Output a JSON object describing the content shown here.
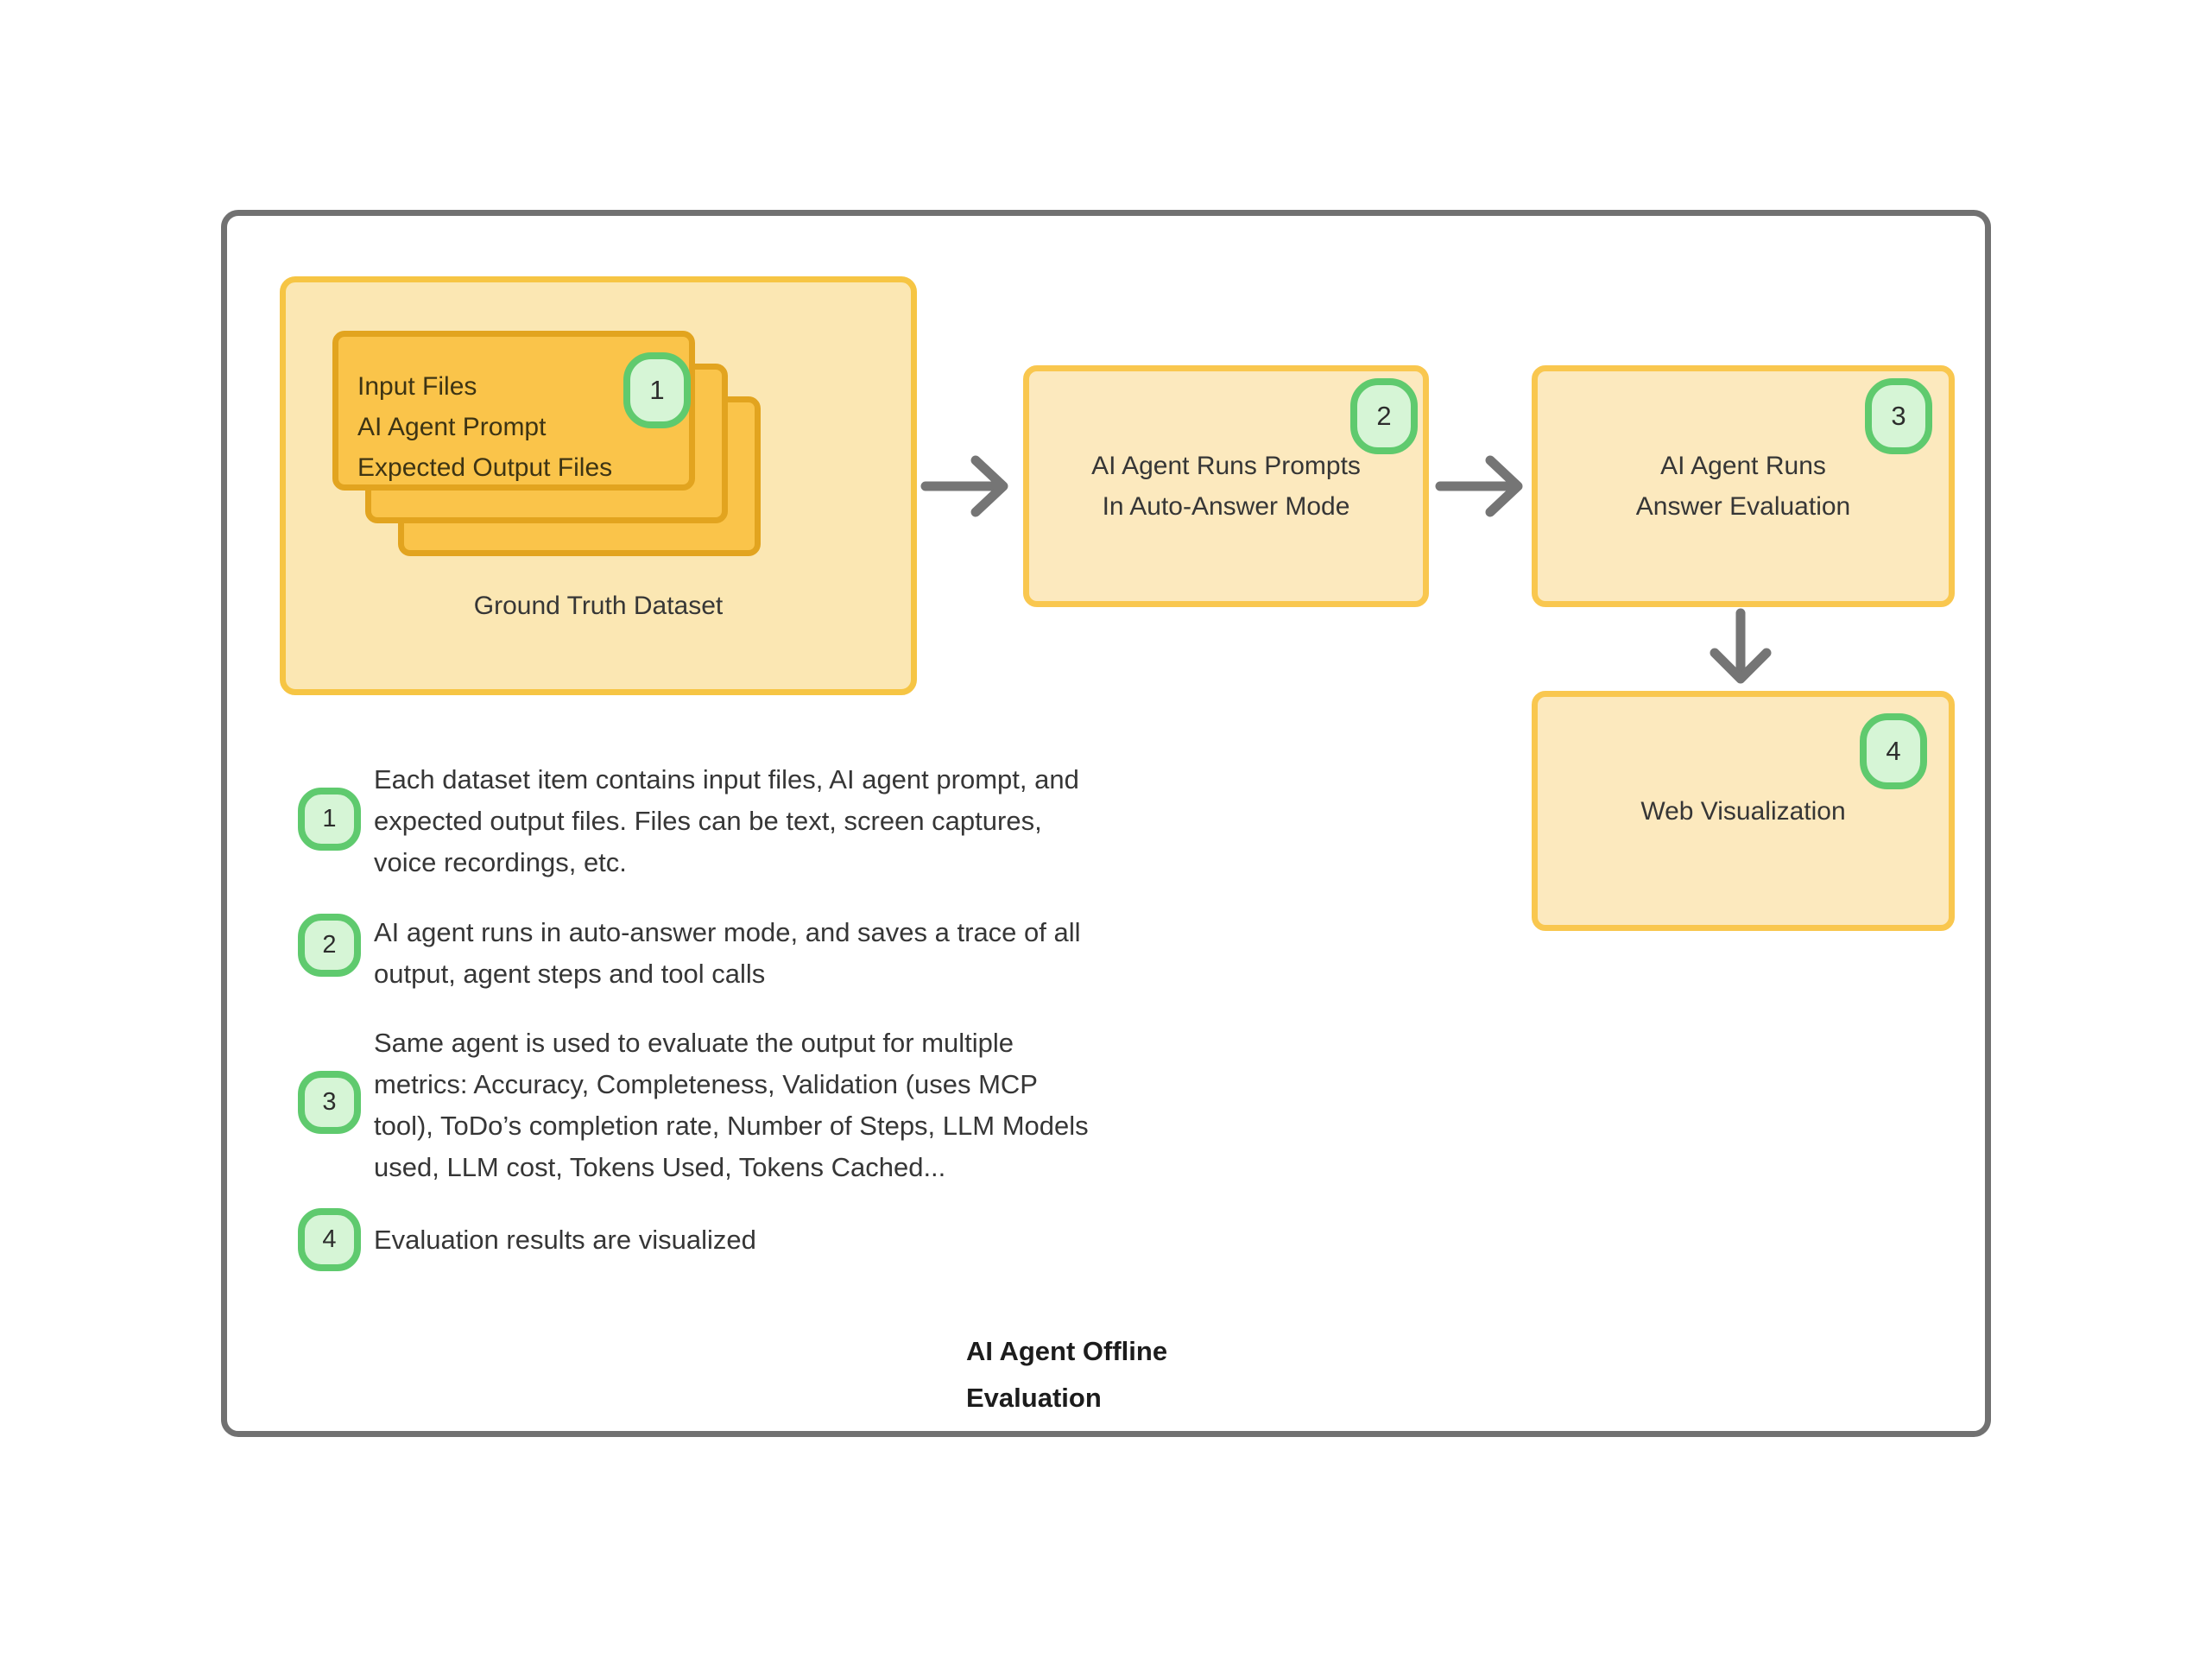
{
  "diagram": {
    "title_lines": [
      "AI Agent Offline",
      "Evaluation"
    ],
    "ground_truth": {
      "label": "Ground Truth Dataset",
      "badge": "1",
      "card_lines": [
        "Input Files",
        "AI Agent Prompt",
        "Expected Output Files"
      ]
    },
    "boxes": {
      "auto_answer": {
        "badge": "2",
        "line1": "AI Agent Runs Prompts",
        "line2": "In Auto-Answer Mode"
      },
      "evaluation": {
        "badge": "3",
        "line1": "AI Agent Runs",
        "line2": "Answer Evaluation"
      },
      "web_viz": {
        "badge": "4",
        "line1": "Web Visualization"
      }
    },
    "legend": [
      {
        "badge": "1",
        "lines": [
          "Each dataset item contains input files, AI agent prompt, and",
          "expected output files. Files can be text, screen captures,",
          "voice recordings, etc."
        ]
      },
      {
        "badge": "2",
        "lines": [
          "AI agent runs in auto-answer mode, and saves a trace of all",
          "output, agent steps and tool calls"
        ]
      },
      {
        "badge": "3",
        "lines": [
          "Same agent is used to evaluate the output for multiple",
          "metrics: Accuracy, Completeness, Validation (uses MCP",
          "tool), ToDo’s completion rate, Number of Steps, LLM Models",
          "used, LLM cost, Tokens Used, Tokens Cached..."
        ]
      },
      {
        "badge": "4",
        "lines": [
          "Evaluation results are visualized"
        ]
      }
    ],
    "colors": {
      "frame_border": "#717171",
      "container_fill": "#FBE7B3",
      "container_border": "#F6C544",
      "card_fill": "#FAC44A",
      "card_border": "#E2A41F",
      "box_fill": "#FCE9BE",
      "box_border": "#F9C74F",
      "badge_fill": "#D6F5D6",
      "badge_border": "#5FCA6E",
      "arrow": "#757575",
      "text": "#363636"
    }
  }
}
